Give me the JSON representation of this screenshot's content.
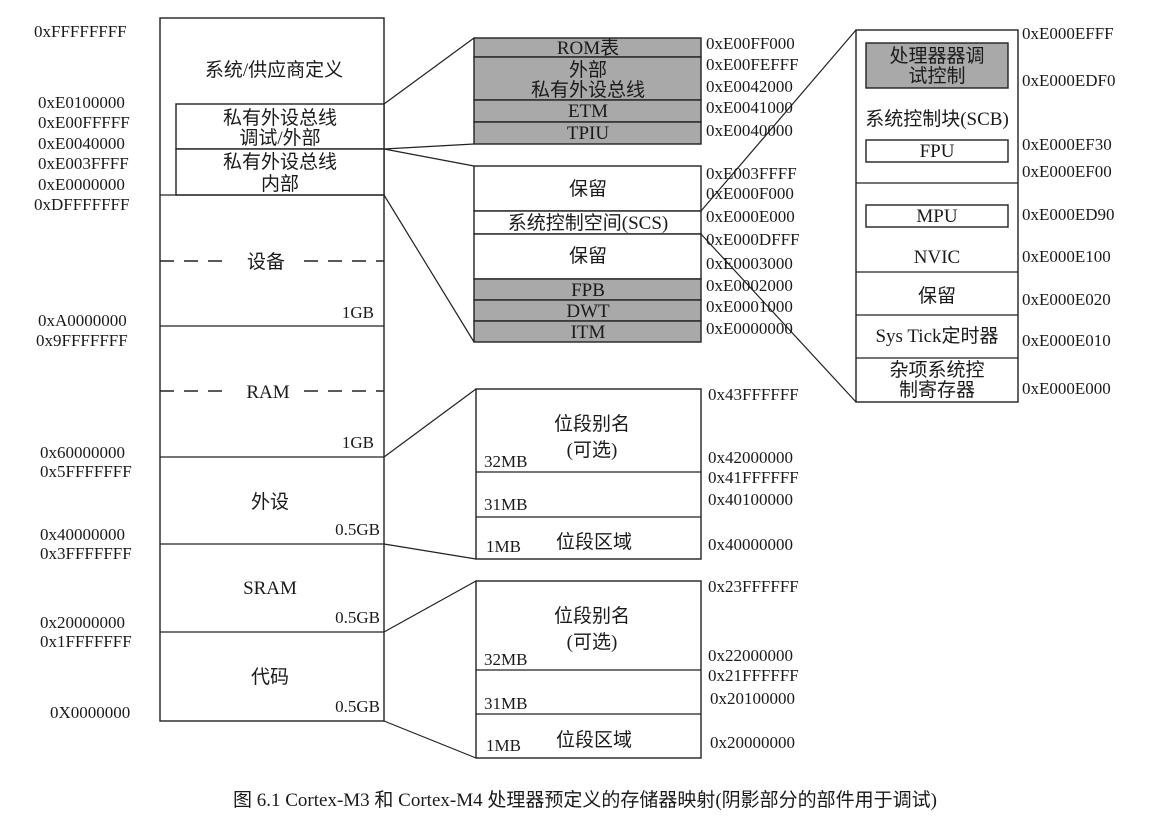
{
  "caption": "图 6.1   Cortex-M3 和 Cortex-M4 处理器预定义的存储器映射(阴影部分的部件用于调试)",
  "main_map": {
    "addresses": {
      "top": "0xFFFFFFFF",
      "a_e0100000": "0xE0100000",
      "a_e00fffff": "0xE00FFFFF",
      "a_e0040000": "0xE0040000",
      "a_e003ffff": "0xE003FFFF",
      "a_e0000000": "0xE0000000",
      "a_dfffffff": "0xDFFFFFFF",
      "a_a0000000": "0xA0000000",
      "a_9fffffff": "0x9FFFFFFF",
      "a_60000000": "0x60000000",
      "a_5fffffff": "0x5FFFFFFF",
      "a_40000000": "0x40000000",
      "a_3fffffff": "0x3FFFFFFF",
      "a_20000000": "0x20000000",
      "a_1fffffff": "0x1FFFFFFF",
      "a_00000000": "0X0000000"
    },
    "regions": {
      "vendor": "系统/供应商定义",
      "ppb_ext_1": "私有外设总线",
      "ppb_ext_2": "调试/外部",
      "ppb_int_1": "私有外设总线",
      "ppb_int_2": "内部",
      "device": "设备",
      "device_size": "1GB",
      "ram": "RAM",
      "ram_size": "1GB",
      "periph": "外设",
      "periph_size": "0.5GB",
      "sram": "SRAM",
      "sram_size": "0.5GB",
      "code": "代码",
      "code_size": "0.5GB"
    }
  },
  "ppb_external": {
    "rom": "ROM表",
    "ext_1": "外部",
    "ext_2": "私有外设总线",
    "etm": "ETM",
    "tpiu": "TPIU",
    "addr_e00ff000": "0xE00FF000",
    "addr_e00fefff": "0xE00FEFFF",
    "addr_e0042000": "0xE0042000",
    "addr_e0041000": "0xE0041000",
    "addr_e0040000": "0xE0040000"
  },
  "ppb_internal": {
    "reserved_top": "保留",
    "scs": "系统控制空间(SCS)",
    "reserved_mid": "保留",
    "fpb": "FPB",
    "dwt": "DWT",
    "itm": "ITM",
    "addr_e003ffff": "0xE003FFFF",
    "addr_e000f000": "0xE000F000",
    "addr_e000e000": "0xE000E000",
    "addr_e000dfff": "0xE000DFFF",
    "addr_e0003000": "0xE0003000",
    "addr_e0002000": "0xE0002000",
    "addr_e0001000": "0xE0001000",
    "addr_e0000000": "0xE0000000"
  },
  "scs_detail": {
    "debug_1": "处理器器调",
    "debug_2": "试控制",
    "scb": "系统控制块(SCB)",
    "fpu": "FPU",
    "mpu": "MPU",
    "nvic": "NVIC",
    "reserved": "保留",
    "systick": "Sys Tick定时器",
    "misc_1": "杂项系统控",
    "misc_2": "制寄存器",
    "addr_e000efff": "0xE000EFFF",
    "addr_e000edf0": "0xE000EDF0",
    "addr_e000ef30": "0xE000EF30",
    "addr_e000ef00": "0xE000EF00",
    "addr_e000ed90": "0xE000ED90",
    "addr_e000e100": "0xE000E100",
    "addr_e000e020": "0xE000E020",
    "addr_e000e010": "0xE000E010",
    "addr_e000e000": "0xE000E000"
  },
  "bitband_periph": {
    "alias_1": "位段别名",
    "alias_2": "(可选)",
    "size_32": "32MB",
    "size_31": "31MB",
    "size_1": "1MB",
    "region": "位段区域",
    "addr_43ffffff": "0x43FFFFFF",
    "addr_42000000": "0x42000000",
    "addr_41ffffff": "0x41FFFFFF",
    "addr_40100000": "0x40100000",
    "addr_40000000": "0x40000000"
  },
  "bitband_sram": {
    "alias_1": "位段别名",
    "alias_2": "(可选)",
    "size_32": "32MB",
    "size_31": "31MB",
    "size_1": "1MB",
    "region": "位段区域",
    "addr_23ffffff": "0x23FFFFFF",
    "addr_22000000": "0x22000000",
    "addr_21ffffff": "0x21FFFFFF",
    "addr_20100000": "0x20100000",
    "addr_20000000": "0x20000000"
  }
}
